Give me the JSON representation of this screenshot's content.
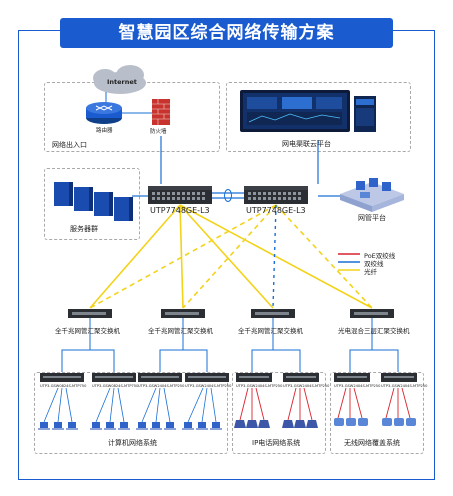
{
  "title": "智慧园区综合网络传输方案",
  "top": {
    "internet": "Internet",
    "router": "路由器",
    "firewall": "防火墙",
    "exit": "网络出入口",
    "cloud_platform": "网电渠联云平台"
  },
  "servers": "服务器群",
  "core_switch_label": "UTP7748GE-L3",
  "management": "网管平台",
  "legend": {
    "poe": "PoE双绞线",
    "twisted": "双绞线",
    "fiber": "光纤",
    "colors": {
      "poe": "#d9232d",
      "twisted": "#1a6fd6",
      "fiber": "#f3d31a"
    }
  },
  "agg_switches": [
    "全千兆网管汇聚交换机",
    "全千兆网管汇聚交换机",
    "全千兆网管汇聚交换机",
    "光电混合三层汇聚交换机"
  ],
  "access_models": [
    "UTP3-GSW0824S-MTP750",
    "UTP3-GSW0824S-MTP750",
    "UTP3-GSW2404S-MTP250",
    "UTP3-GSW2404S-MTP250",
    "UTP3-GSW2404S-MTP250",
    "UTP3-GSW2404S-MTP250",
    "UTP3-GSW2404S-MTP250",
    "UTP3-GSW2404S-MTP250"
  ],
  "systems": {
    "computer": "计算机网络系统",
    "ip_phone": "IP电话网络系统",
    "wireless": "无线网络覆盖系统"
  }
}
